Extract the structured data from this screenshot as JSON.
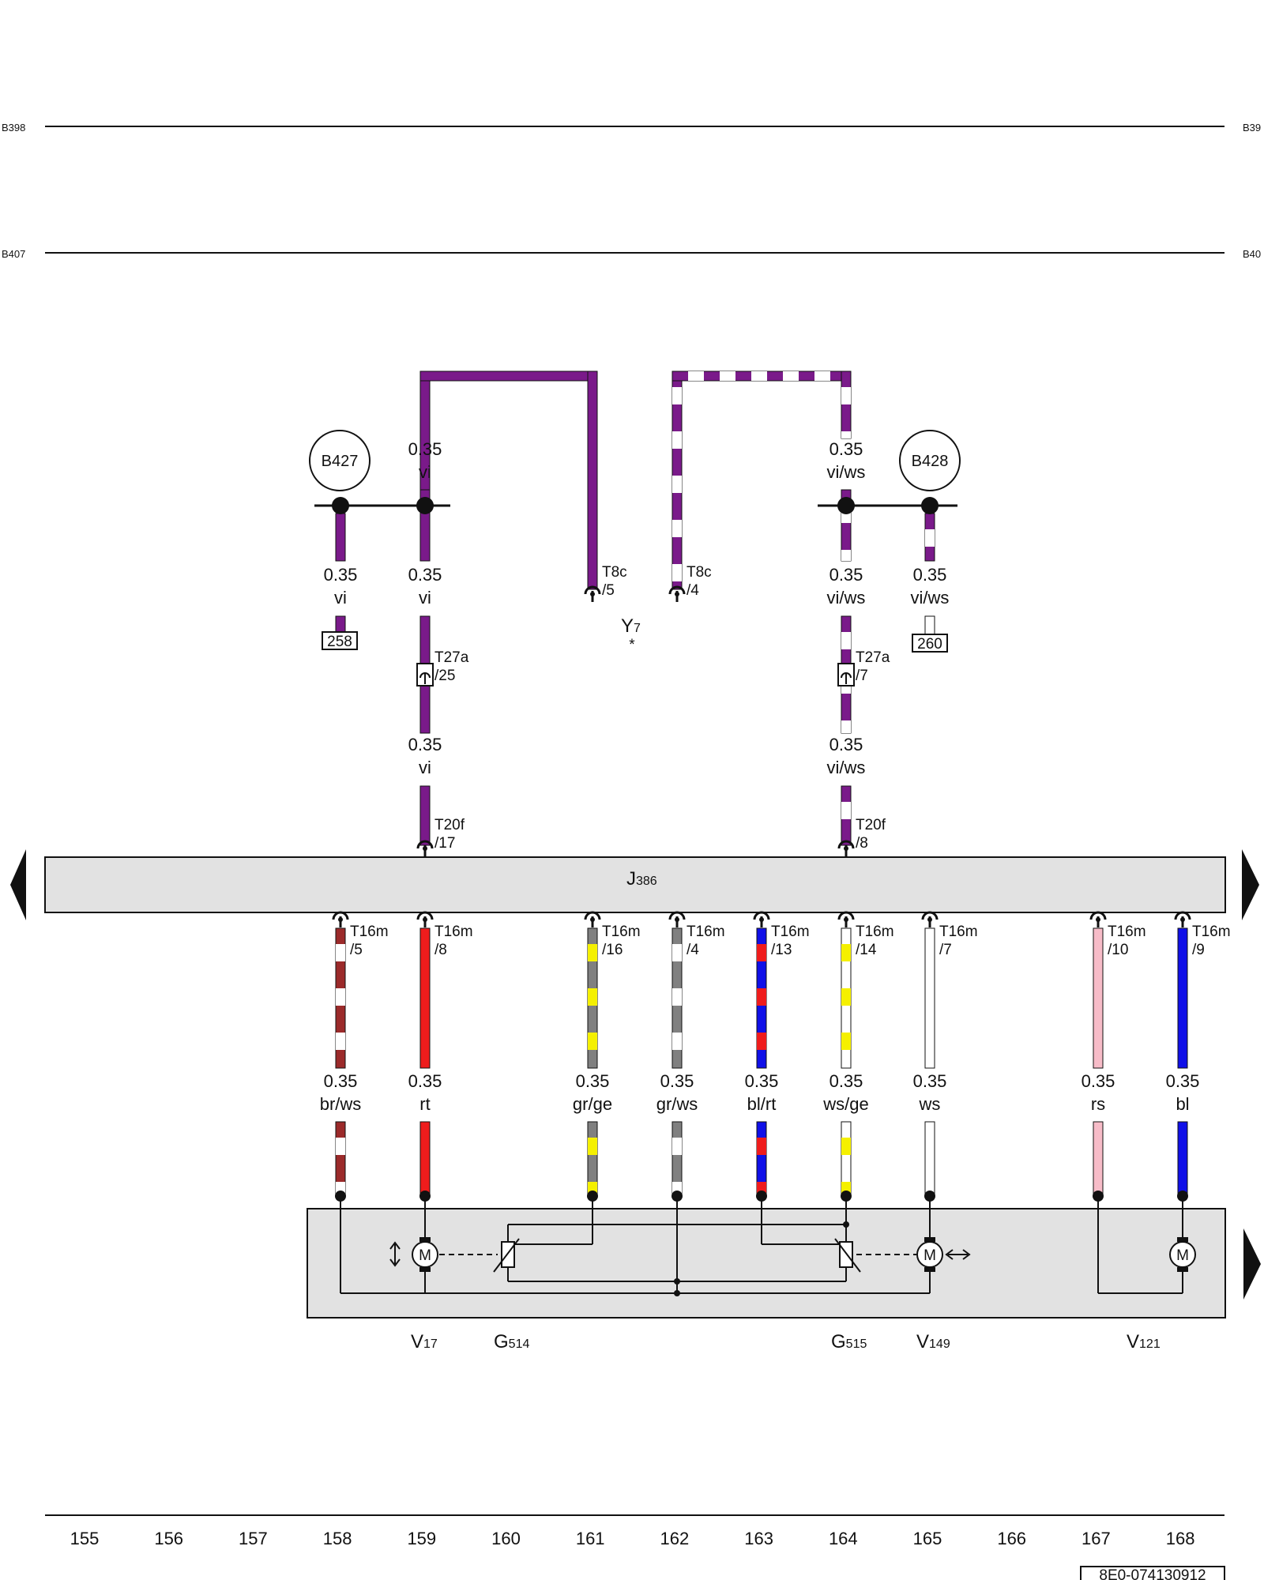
{
  "colors": {
    "vi": "#7a1a8a",
    "ws": "#ffffff",
    "rt": "#ef1c1c",
    "br": "#9b2a2a",
    "gr": "#808080",
    "ge": "#f5f000",
    "bl": "#1010e8",
    "rs": "#f7bcc8",
    "outline": "#111111",
    "control_unit_fill": "#e2e2e2"
  },
  "bus_lines": [
    {
      "left_label": "B398",
      "right_label": "B39"
    },
    {
      "left_label": "B407",
      "right_label": "B40"
    }
  ],
  "splices": [
    {
      "label": "B427"
    },
    {
      "label": "B428"
    }
  ],
  "references": [
    {
      "label": "258"
    },
    {
      "label": "260"
    }
  ],
  "component_y7": {
    "name": "Y",
    "sub": "7",
    "note": "*"
  },
  "control_unit": {
    "name": "J",
    "sub": "386"
  },
  "upper_wires": [
    {
      "id": "t8c5",
      "size": "",
      "color": "",
      "conn": "T8c",
      "pin": "/5"
    },
    {
      "id": "t8c4",
      "size": "",
      "color": "",
      "conn": "T8c",
      "pin": "/4"
    },
    {
      "id": "w-vi-top",
      "size": "0.35",
      "color": "vi"
    },
    {
      "id": "w-viws-top",
      "size": "0.35",
      "color": "vi/ws"
    },
    {
      "id": "w-b427",
      "size": "0.35",
      "color": "vi"
    },
    {
      "id": "w-vi-mid",
      "size": "0.35",
      "color": "vi"
    },
    {
      "id": "w-viws-mid",
      "size": "0.35",
      "color": "vi/ws"
    },
    {
      "id": "w-b428",
      "size": "0.35",
      "color": "vi/ws"
    },
    {
      "id": "w-vi-low",
      "size": "0.35",
      "color": "vi"
    },
    {
      "id": "w-viws-low",
      "size": "0.35",
      "color": "vi/ws"
    }
  ],
  "upper_connectors": [
    {
      "conn": "T27a",
      "pin": "/25"
    },
    {
      "conn": "T27a",
      "pin": "/7"
    },
    {
      "conn": "T20f",
      "pin": "/17"
    },
    {
      "conn": "T20f",
      "pin": "/8"
    }
  ],
  "lower_wires": [
    {
      "conn": "T16m",
      "pin": "/5",
      "size": "0.35",
      "color": "br/ws"
    },
    {
      "conn": "T16m",
      "pin": "/8",
      "size": "0.35",
      "color": "rt"
    },
    {
      "conn": "T16m",
      "pin": "/16",
      "size": "0.35",
      "color": "gr/ge"
    },
    {
      "conn": "T16m",
      "pin": "/4",
      "size": "0.35",
      "color": "gr/ws"
    },
    {
      "conn": "T16m",
      "pin": "/13",
      "size": "0.35",
      "color": "bl/rt"
    },
    {
      "conn": "T16m",
      "pin": "/14",
      "size": "0.35",
      "color": "ws/ge"
    },
    {
      "conn": "T16m",
      "pin": "/7",
      "size": "0.35",
      "color": "ws"
    },
    {
      "conn": "T16m",
      "pin": "/10",
      "size": "0.35",
      "color": "rs"
    },
    {
      "conn": "T16m",
      "pin": "/9",
      "size": "0.35",
      "color": "bl"
    }
  ],
  "components": [
    {
      "name": "V",
      "sub": "17"
    },
    {
      "name": "G",
      "sub": "514"
    },
    {
      "name": "G",
      "sub": "515"
    },
    {
      "name": "V",
      "sub": "149"
    },
    {
      "name": "V",
      "sub": "121"
    }
  ],
  "motor_symbol": "M",
  "column_numbers": [
    "155",
    "156",
    "157",
    "158",
    "159",
    "160",
    "161",
    "162",
    "163",
    "164",
    "165",
    "166",
    "167",
    "168"
  ],
  "drawing_number": "8E0-074130912"
}
